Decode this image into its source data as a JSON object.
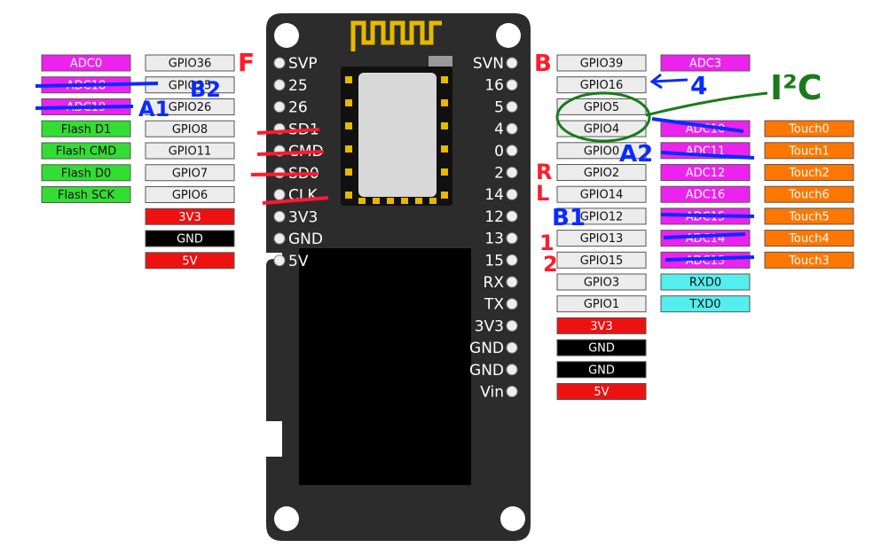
{
  "colors": {
    "gpio_bg": "#ececec",
    "adc": "#ee22ee",
    "flash": "#33dd33",
    "power_red": "#ee1111",
    "gnd": "#000000",
    "touch": "#ff7700",
    "uart": "#55eeee",
    "board": "#2c2c2c",
    "ink_red": "#ff1a2e",
    "ink_blue": "#0a2bff",
    "ink_green": "#1a7a1a"
  },
  "left_pins": [
    {
      "name": "SVP",
      "gpio": "GPIO36",
      "fn": "ADC0",
      "fn_type": "adc"
    },
    {
      "name": "25",
      "gpio": "GPIO25",
      "fn": "ADC18",
      "fn_type": "adc"
    },
    {
      "name": "26",
      "gpio": "GPIO26",
      "fn": "ADC19",
      "fn_type": "adc"
    },
    {
      "name": "SD1",
      "gpio": "GPIO8",
      "fn": "Flash D1",
      "fn_type": "flash"
    },
    {
      "name": "CMD",
      "gpio": "GPIO11",
      "fn": "Flash CMD",
      "fn_type": "flash"
    },
    {
      "name": "SD0",
      "gpio": "GPIO7",
      "fn": "Flash D0",
      "fn_type": "flash"
    },
    {
      "name": "CLK",
      "gpio": "GPIO6",
      "fn": "Flash SCK",
      "fn_type": "flash"
    },
    {
      "name": "3V3",
      "gpio": "3V3",
      "gpio_type": "power",
      "fn": "",
      "fn_type": "none"
    },
    {
      "name": "GND",
      "gpio": "GND",
      "gpio_type": "gnd",
      "fn": "",
      "fn_type": "none"
    },
    {
      "name": "5V",
      "gpio": "5V",
      "gpio_type": "power",
      "fn": "",
      "fn_type": "none"
    }
  ],
  "right_pins": [
    {
      "name": "SVN",
      "gpio": "GPIO39",
      "fn": "ADC3",
      "fn_type": "adc",
      "fn2": "",
      "fn2_type": "none"
    },
    {
      "name": "16",
      "gpio": "GPIO16",
      "fn": "",
      "fn_type": "none",
      "fn2": "",
      "fn2_type": "none"
    },
    {
      "name": "5",
      "gpio": "GPIO5",
      "fn": "",
      "fn_type": "none",
      "fn2": "",
      "fn2_type": "none"
    },
    {
      "name": "4",
      "gpio": "GPIO4",
      "fn": "ADC10",
      "fn_type": "adc",
      "fn2": "Touch0",
      "fn2_type": "touch"
    },
    {
      "name": "0",
      "gpio": "GPIO0",
      "fn": "ADC11",
      "fn_type": "adc",
      "fn2": "Touch1",
      "fn2_type": "touch"
    },
    {
      "name": "2",
      "gpio": "GPIO2",
      "fn": "ADC12",
      "fn_type": "adc",
      "fn2": "Touch2",
      "fn2_type": "touch"
    },
    {
      "name": "14",
      "gpio": "GPIO14",
      "fn": "ADC16",
      "fn_type": "adc",
      "fn2": "Touch6",
      "fn2_type": "touch"
    },
    {
      "name": "12",
      "gpio": "GPIO12",
      "fn": "ADC15",
      "fn_type": "adc",
      "fn2": "Touch5",
      "fn2_type": "touch"
    },
    {
      "name": "13",
      "gpio": "GPIO13",
      "fn": "ADC14",
      "fn_type": "adc",
      "fn2": "Touch4",
      "fn2_type": "touch"
    },
    {
      "name": "15",
      "gpio": "GPIO15",
      "fn": "ADC13",
      "fn_type": "adc",
      "fn2": "Touch3",
      "fn2_type": "touch"
    },
    {
      "name": "RX",
      "gpio": "GPIO3",
      "fn": "RXD0",
      "fn_type": "uart",
      "fn2": "",
      "fn2_type": "none"
    },
    {
      "name": "TX",
      "gpio": "GPIO1",
      "fn": "TXD0",
      "fn_type": "uart",
      "fn2": "",
      "fn2_type": "none"
    },
    {
      "name": "3V3",
      "gpio": "3V3",
      "gpio_type": "power",
      "fn": "",
      "fn_type": "none",
      "fn2": "",
      "fn2_type": "none"
    },
    {
      "name": "GND",
      "gpio": "GND",
      "gpio_type": "gnd",
      "fn": "",
      "fn_type": "none",
      "fn2": "",
      "fn2_type": "none"
    },
    {
      "name": "GND",
      "gpio": "GND",
      "gpio_type": "gnd",
      "fn": "",
      "fn_type": "none",
      "fn2": "",
      "fn2_type": "none"
    },
    {
      "name": "Vin",
      "gpio": "5V",
      "gpio_type": "power",
      "fn": "",
      "fn_type": "none",
      "fn2": "",
      "fn2_type": "none"
    }
  ],
  "annotations": {
    "left_f": "F",
    "left_b2": "B2",
    "left_a1": "A1",
    "right_b": "B",
    "right_4": "4",
    "right_i2c": "I²C",
    "right_a2": "A2",
    "right_r": "R",
    "right_l": "L",
    "right_b1": "B1",
    "right_1": "1",
    "right_2": "2"
  }
}
